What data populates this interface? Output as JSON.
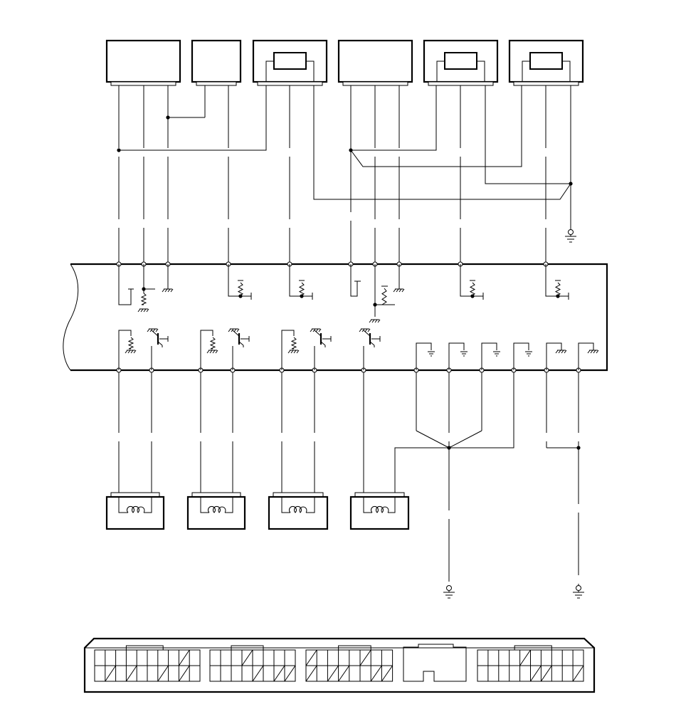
{
  "diagram": {
    "kind": "wiring-schematic",
    "colors": {
      "line": "#000000",
      "background": "#ffffff"
    },
    "top_components": [
      {
        "name": "top-component-1",
        "inner_element": false
      },
      {
        "name": "top-component-2",
        "inner_element": false
      },
      {
        "name": "top-component-3",
        "inner_element": true
      },
      {
        "name": "top-component-4",
        "inner_element": false
      },
      {
        "name": "top-component-5",
        "inner_element": true
      },
      {
        "name": "top-component-6",
        "inner_element": true
      }
    ],
    "bottom_components": [
      {
        "name": "coil-component-1",
        "icon": "coil-icon"
      },
      {
        "name": "coil-component-2",
        "icon": "coil-icon"
      },
      {
        "name": "coil-component-3",
        "icon": "coil-icon"
      },
      {
        "name": "coil-component-4",
        "icon": "coil-icon"
      }
    ],
    "ground_icons": [
      "ground-icon",
      "chassis-ground-icon",
      "signal-ground-icon"
    ],
    "internal_icons": [
      "resistor-icon",
      "transistor-icon"
    ],
    "connector_groups": 5
  }
}
